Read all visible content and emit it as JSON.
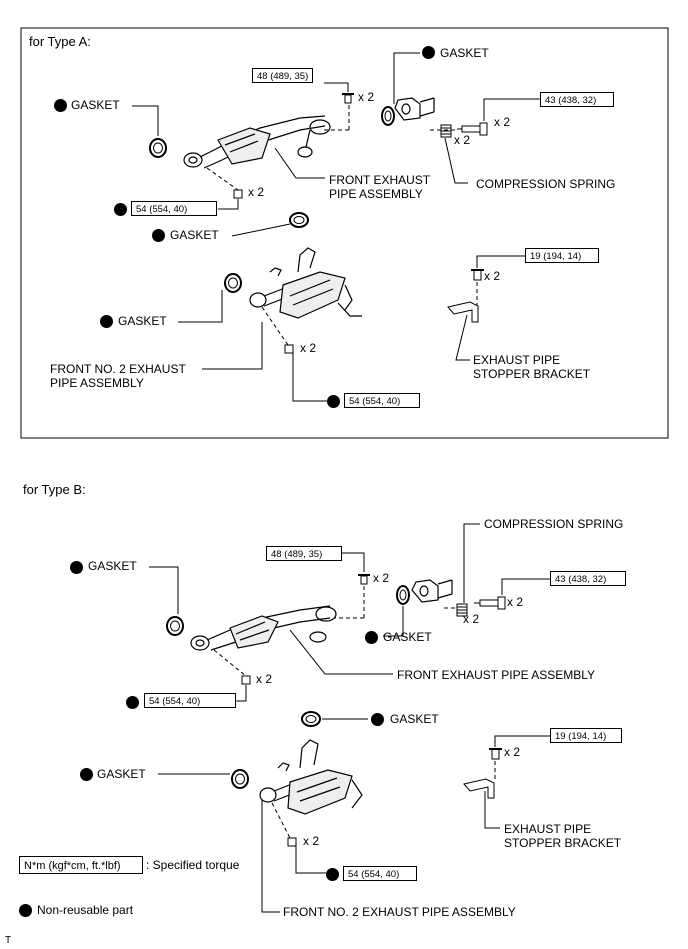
{
  "typeA": {
    "title": "for Type A:",
    "gasket": "GASKET",
    "front_pipe": "FRONT EXHAUST\nPIPE ASSEMBLY",
    "compression_spring": "COMPRESSION SPRING",
    "front_no2": "FRONT NO. 2 EXHAUST\nPIPE ASSEMBLY",
    "stopper_bracket": "EXHAUST PIPE\nSTOPPER BRACKET",
    "torque_48": "48 (489, 35)",
    "torque_43": "43 (438, 32)",
    "torque_54": "54 (554, 40)",
    "torque_19": "19 (194, 14)",
    "qty": "x 2"
  },
  "typeB": {
    "title": "for Type B:",
    "gasket": "GASKET",
    "front_pipe": "FRONT EXHAUST PIPE ASSEMBLY",
    "compression_spring": "COMPRESSION SPRING",
    "front_no2": "FRONT NO. 2 EXHAUST PIPE ASSEMBLY",
    "stopper_bracket": "EXHAUST PIPE\nSTOPPER BRACKET",
    "torque_48": "48 (489, 35)",
    "torque_43": "43 (438, 32)",
    "torque_54": "54 (554, 40)",
    "torque_19": "19 (194, 14)",
    "qty": "x 2"
  },
  "legend": {
    "torque_unit": "N*m (kgf*cm, ft.*lbf)",
    "torque_desc": ": Specified torque",
    "nonreusable": "Non-reusable part"
  },
  "corner_mark": "T"
}
